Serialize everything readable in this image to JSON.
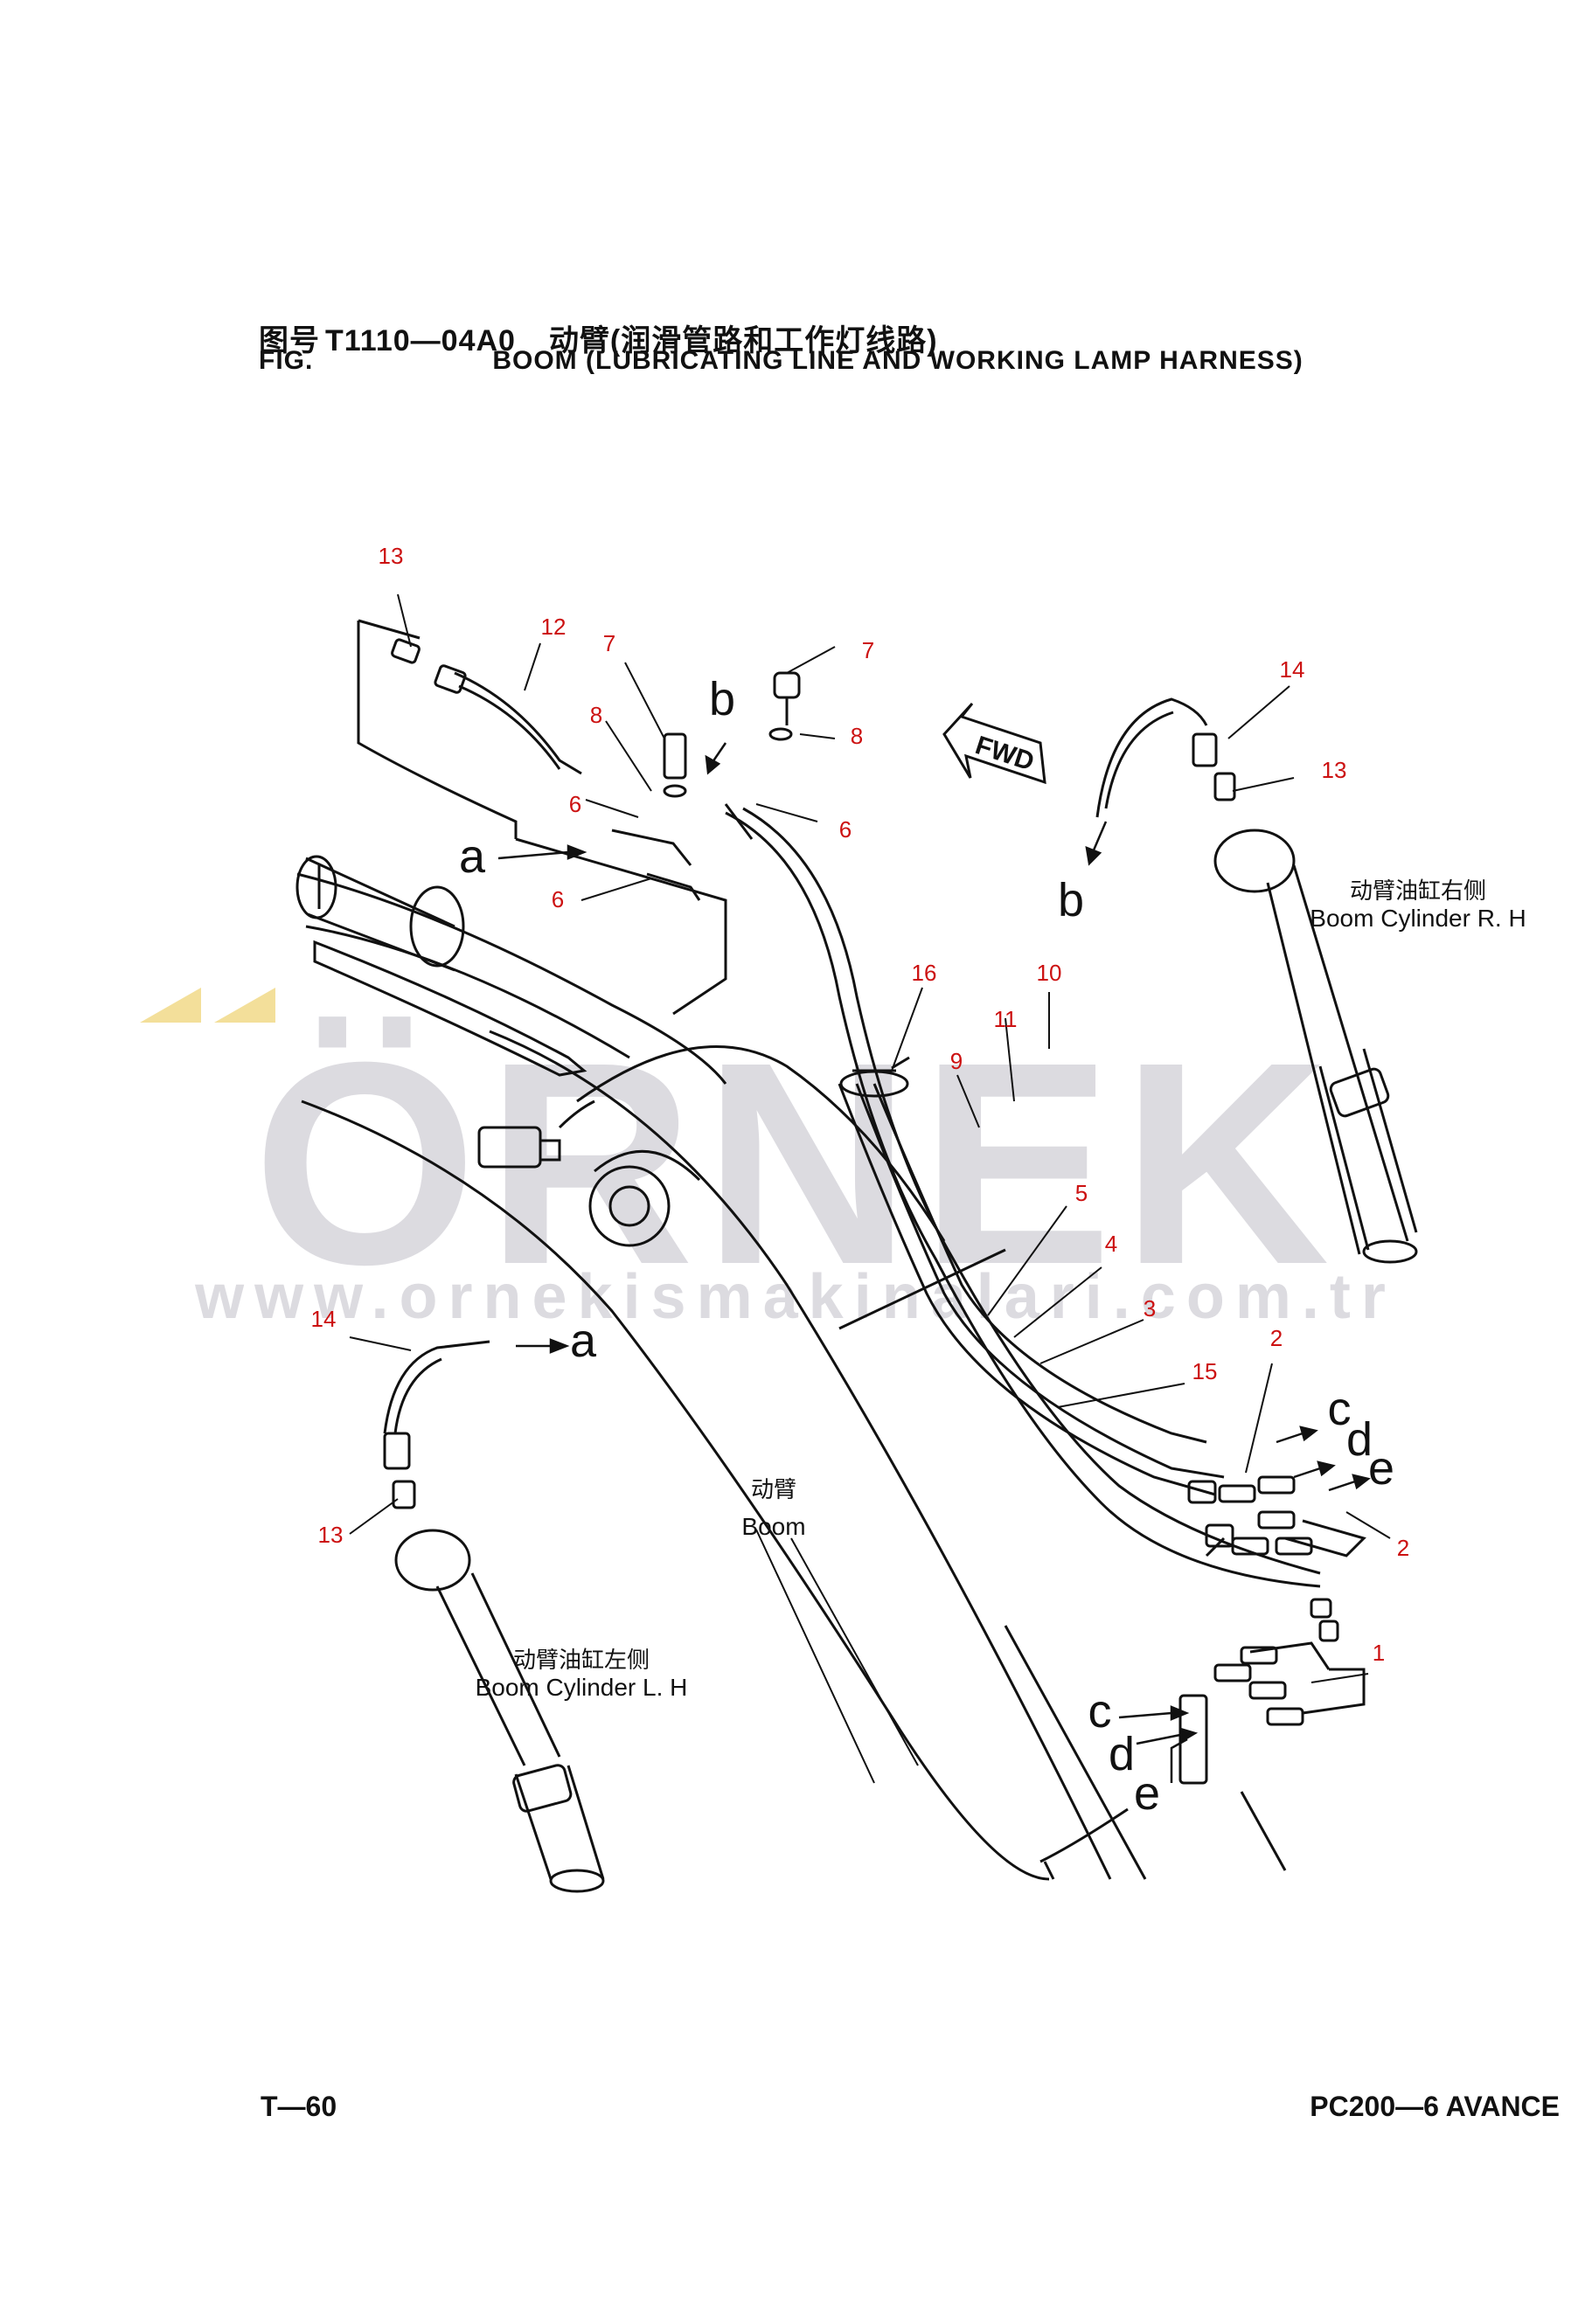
{
  "header": {
    "line1_cn_prefix": "图号",
    "figure_code": "T1110—04A0",
    "title_cn": "动臂(润滑管路和工作灯线路)",
    "line2_prefix": "FIG.",
    "title_en": "BOOM (LUBRICATING LINE AND WORKING LAMP HARNESS)"
  },
  "watermark": {
    "brand": "ÖRNEK",
    "url": "www.ornekismakinalari.com.tr",
    "color_text": "#d9d8de",
    "color_accent": "#f3df9a"
  },
  "callouts": [
    "13",
    "12",
    "7",
    "8",
    "6",
    "7",
    "8",
    "6",
    "6",
    "16",
    "10",
    "11",
    "9",
    "5",
    "4",
    "3",
    "15",
    "2",
    "2",
    "1",
    "14",
    "13",
    "14",
    "13"
  ],
  "letters": [
    "a",
    "b",
    "b",
    "a",
    "c",
    "d",
    "e",
    "c",
    "d",
    "e"
  ],
  "labels": {
    "fwd": "FWD",
    "boom_cn": "动臂",
    "boom_en": "Boom",
    "cyl_rh_cn": "动臂油缸右侧",
    "cyl_rh_en": "Boom Cylinder R. H",
    "cyl_lh_cn": "动臂油缸左侧",
    "cyl_lh_en": "Boom Cylinder L. H"
  },
  "footer": {
    "page": "T—60",
    "model": "PC200—6 AVANCE"
  },
  "colors": {
    "callout": "#cc1111",
    "line": "#111111"
  }
}
